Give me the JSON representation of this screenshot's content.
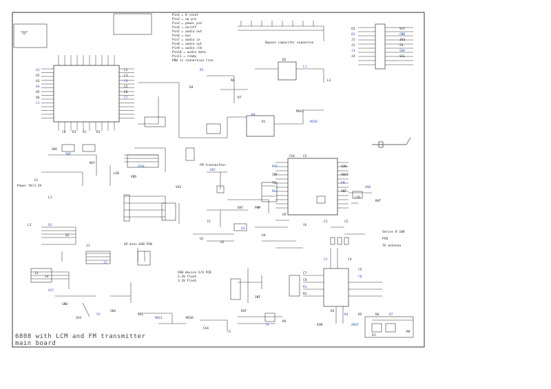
{
  "sheet": {
    "title_line1": "6808 with LCM and FM transmitter",
    "title_line2": "main board"
  },
  "notes": [
    "Pin1 = 0 reset",
    "Pin2 = up pin",
    "Pin3 = power pin",
    "Pin4 = on/off",
    "Pin5 = audio out",
    "Pin6 = bus",
    "Pin7 = audio in",
    "Pin8 = audio out",
    "Pin9 = audio clk",
    "Pin10 = audio data",
    "Pin11 = ready",
    "PB0 is connection line"
  ],
  "power_note": "Power 5V/3.3V",
  "connector_note": "4P mini-USB PIN",
  "fm_note": "FM transmitter",
  "expansion_note": "Bypass capacitor expansion",
  "bottom_note_1": "USB device I/O PCB",
  "bottom_note_2": "3.3V Flash",
  "bottom_note_3": "3.3V Flash",
  "right_notes": [
    "Series R 10K",
    "PCB",
    "TV antenna"
  ],
  "labels": [
    "U1",
    "U2",
    "U3",
    "U4",
    "U5",
    "U6",
    "C1",
    "C2",
    "C3",
    "C4",
    "C5",
    "C6",
    "C7",
    "C8",
    "R1",
    "R2",
    "R3",
    "R4",
    "R5",
    "R6",
    "R7",
    "R8",
    "D1",
    "D2",
    "L1",
    "L2",
    "Q1",
    "Q2",
    "J1",
    "J2",
    "J3",
    "J4",
    "VCC",
    "GND",
    "3V3",
    "5V",
    "SDA",
    "SCL",
    "MOSI",
    "MISO",
    "CLK",
    "CS",
    "RST",
    "INT",
    "TX",
    "RX",
    "AIN",
    "AOUT",
    "FM",
    "ANT",
    "LCD",
    "USB",
    "BAT",
    "SW1",
    "SW2",
    "KEY",
    "LED",
    "XTAL",
    "VDD",
    "VSS",
    "OSC",
    "DAT",
    "PWM",
    "IO"
  ],
  "colors": {
    "line": "#222222",
    "pin": "#2a4db5",
    "paper": "#ffffff"
  }
}
